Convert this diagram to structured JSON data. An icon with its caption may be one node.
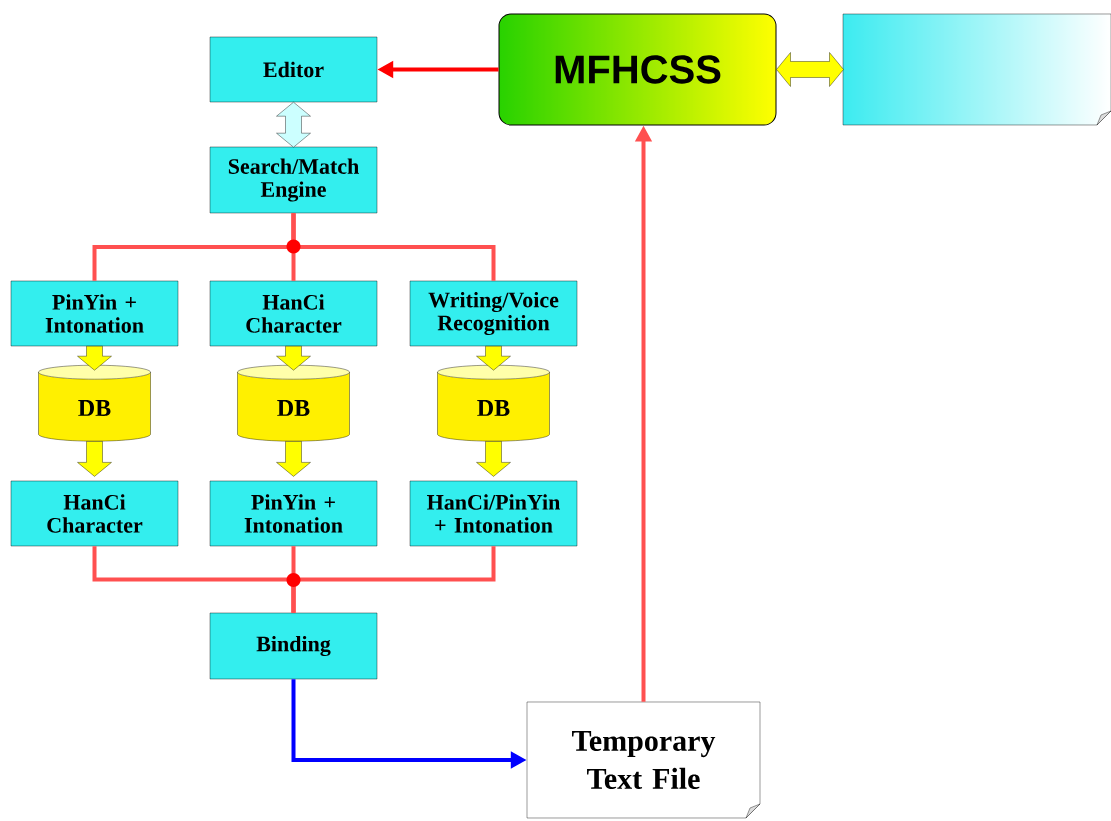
{
  "diagram": {
    "nodes": [
      {
        "text": [
          "Editor"
        ]
      },
      {
        "text": [
          "MFHCSS"
        ]
      },
      {
        "text": [],
        "shape": "box"
      },
      {
        "text": [
          "Search/Match Engine"
        ]
      },
      {
        "text": [
          "PinYin + Intonation"
        ]
      },
      {
        "text": [
          "HanCi Character"
        ]
      },
      {
        "text": [
          "Writing/Voice Recognition"
        ]
      },
      {
        "text": [
          "DB"
        ]
      },
      {
        "text": [
          "DB"
        ]
      },
      {
        "text": [
          "DB"
        ]
      },
      {
        "text": [
          "HanCi Character"
        ]
      },
      {
        "text": [
          "PinYin + Intonation"
        ]
      },
      {
        "text": [
          "HanCi/PinYin + Intonation"
        ]
      },
      {
        "text": [
          "Binding"
        ]
      },
      {
        "text": [
          "Temporary Text File"
        ]
      }
    ],
    "edges": [
      {
        "from": 1,
        "to": 0,
        "arrow": "to",
        "color": "#ff0000"
      },
      {
        "from": 1,
        "to": 2,
        "arrow": "both",
        "style": "thick",
        "color": "#ffff00"
      },
      {
        "from": 0,
        "to": 3,
        "arrow": "both",
        "style": "thick",
        "color": "#ccffff"
      },
      {
        "from": 3,
        "to": 4,
        "arrow": "none"
      },
      {
        "from": 3,
        "to": 5,
        "arrow": "none"
      },
      {
        "from": 3,
        "to": 6,
        "arrow": "none"
      },
      {
        "from": 4,
        "to": 7,
        "arrow": "to",
        "style": "thick",
        "color": "#ffff00"
      },
      {
        "from": 5,
        "to": 8,
        "arrow": "to",
        "style": "thick",
        "color": "#ffff00"
      },
      {
        "from": 6,
        "to": 9,
        "arrow": "to",
        "style": "thick",
        "color": "#ffff00"
      },
      {
        "from": 7,
        "to": 10,
        "arrow": "to",
        "style": "thick",
        "color": "#ffff00"
      },
      {
        "from": 8,
        "to": 11,
        "arrow": "to",
        "style": "thick",
        "color": "#ffff00"
      },
      {
        "from": 9,
        "to": 12,
        "arrow": "to",
        "style": "thick",
        "color": "#ffff00"
      },
      {
        "from": 10,
        "to": 13,
        "arrow": "none"
      },
      {
        "from": 11,
        "to": 13,
        "arrow": "none"
      },
      {
        "from": 12,
        "to": 13,
        "arrow": "none"
      },
      {
        "from": 13,
        "to": 14,
        "arrow": "to",
        "color": "#0000ff"
      },
      {
        "from": 14,
        "to": 1,
        "arrow": "to"
      }
    ]
  }
}
